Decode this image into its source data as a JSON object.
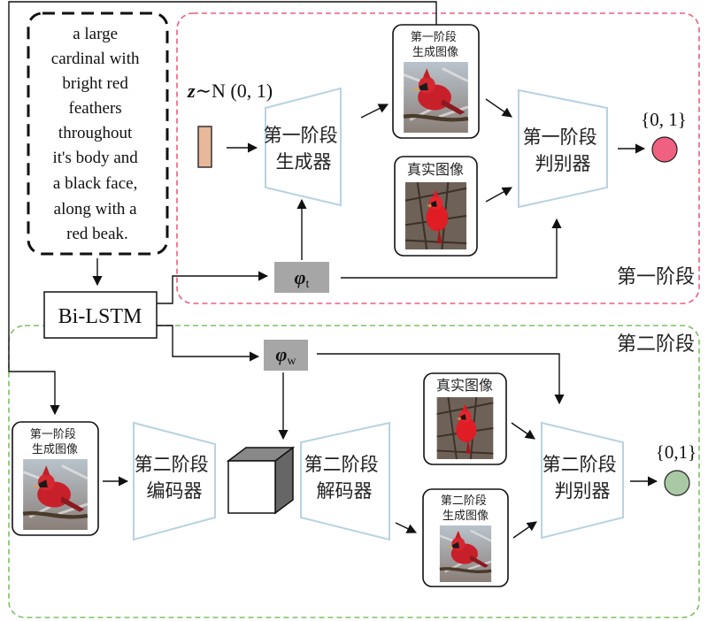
{
  "caption": {
    "lines": [
      "a large",
      "cardinal with",
      "bright red",
      "feathers",
      "throughout",
      "it's body and",
      "a black face,",
      "along with a",
      "red beak."
    ]
  },
  "noise": {
    "z": "z",
    "rest": "∼N (0, 1)"
  },
  "bilstm": "Bi-LSTM",
  "phi_t": {
    "phi": "φ",
    "sub": "t"
  },
  "phi_w": {
    "phi": "φ",
    "sub": "w"
  },
  "stage1": {
    "title": "第一阶段",
    "generator": [
      "第一阶段",
      "生成器"
    ],
    "generated_image": [
      "第一阶段",
      "生成图像"
    ],
    "real_image": "真实图像",
    "discriminator": [
      "第一阶段",
      "判别器"
    ],
    "output": "{0, 1}",
    "output_color": "#f06080",
    "border_color": "#e8607a"
  },
  "stage2": {
    "title": "第二阶段",
    "input_image": [
      "第一阶段",
      "生成图像"
    ],
    "encoder": [
      "第二阶段",
      "编码器"
    ],
    "decoder": [
      "第二阶段",
      "解码器"
    ],
    "real_image": "真实图像",
    "generated_image": [
      "第二阶段",
      "生成图像"
    ],
    "discriminator": [
      "第二阶段",
      "判别器"
    ],
    "output": "{0,1}",
    "output_color": "#a9c9a4",
    "border_color": "#7cc060"
  }
}
